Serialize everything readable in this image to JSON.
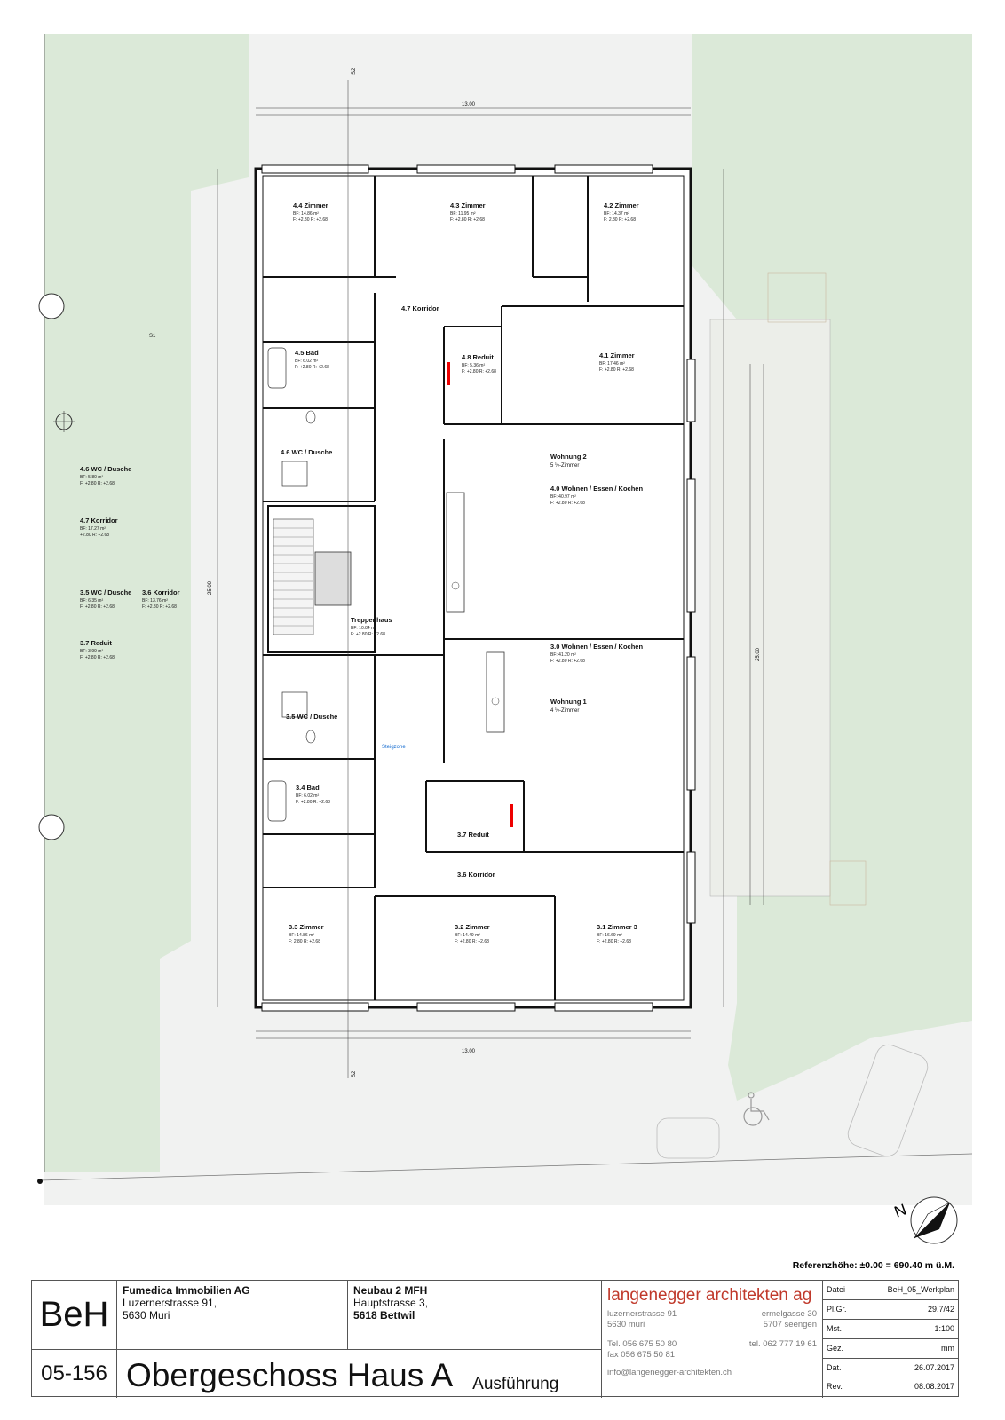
{
  "plan": {
    "unit_name": "Wohnung 2",
    "unit_rooms": "5 ½-Zimmer",
    "unit1_name": "Wohnung 1",
    "unit1_rooms": "4 ½-Zimmer",
    "section_marker": "S2",
    "section_marker_side": "S1",
    "overall_width": "13.00",
    "overall_depth": "25.00",
    "steigzone": "Steigzone",
    "reference": "Referenzhöhe: ±0.00 = 690.40 m ü.M.",
    "north": "N",
    "rooms": [
      {
        "name": "4.4 Zimmer",
        "bf": "BF: 14.86 m²",
        "h": "F: +2.80 R: +2.68"
      },
      {
        "name": "4.3 Zimmer",
        "bf": "BF: 11.95 m²",
        "h": "F: +2.80 R: +2.68"
      },
      {
        "name": "4.2 Zimmer",
        "bf": "BF: 14.37 m²",
        "h": "F: 2.80 R: +2.68"
      },
      {
        "name": "4.7 Korridor",
        "bf": "",
        "h": ""
      },
      {
        "name": "4.5 Bad",
        "bf": "BF: 6.02 m²",
        "h": "F: +2.80 R: +2.68"
      },
      {
        "name": "4.8 Reduit",
        "bf": "BF: 5.36 m²",
        "h": "F: +2.80 R: +2.68"
      },
      {
        "name": "4.1 Zimmer",
        "bf": "BF: 17.46 m²",
        "h": "F: +2.80 R: +2.68"
      },
      {
        "name": "4.6 WC / Dusche",
        "bf": "",
        "h": ""
      },
      {
        "name": "4.0 Wohnen / Essen / Kochen",
        "bf": "BF: 40.97 m²",
        "h": "F: +2.80 R: +2.68"
      },
      {
        "name": "Treppenhaus",
        "bf": "BF: 10.84 m²",
        "h": "F: +2.80 R: +2.68"
      },
      {
        "name": "3.0 Wohnen / Essen / Kochen",
        "bf": "BF: 41.20 m²",
        "h": "F: +2.80 R: +2.68"
      },
      {
        "name": "3.5 WC / Dusche",
        "bf": "",
        "h": ""
      },
      {
        "name": "3.4 Bad",
        "bf": "BF: 6.02 m²",
        "h": "F: +2.80 R: +2.68"
      },
      {
        "name": "3.7 Reduit",
        "bf": "",
        "h": ""
      },
      {
        "name": "3.6 Korridor",
        "bf": "",
        "h": ""
      },
      {
        "name": "3.3 Zimmer",
        "bf": "BF: 14.86 m²",
        "h": "F: 2.80 R: +2.68"
      },
      {
        "name": "3.2 Zimmer",
        "bf": "BF: 14.49 m²",
        "h": "F: +2.80 R: +2.68"
      },
      {
        "name": "3.1 Zimmer 3",
        "bf": "BF: 16.69 m²",
        "h": "F: +2.80 R: +2.68"
      }
    ],
    "legend": [
      {
        "name": "4.6 WC / Dusche",
        "bf": "BF: 5.80 m²",
        "h": "F: +2.80 R: +2.68"
      },
      {
        "name": "4.7 Korridor",
        "bf": "BF: 17.27 m²",
        "h": "+2.80 R: +2.68"
      },
      {
        "name": "3.5 WC / Dusche",
        "bf": "BF: 6.35 m²",
        "h": "F: +2.80 R: +2.68"
      },
      {
        "name": "3.6 Korridor",
        "bf": "BF: 13.76 m²",
        "h": "F: +2.80 R: +2.68"
      },
      {
        "name": "3.7 Reduit",
        "bf": "BF: 3.99 m²",
        "h": "F: +2.80 R: +2.68"
      }
    ]
  },
  "titleblock": {
    "logo": "BeH",
    "project_no": "05-156",
    "client_name": "Fumedica Immobilien AG",
    "client_street": "Luzernerstrasse 91,",
    "client_city": "5630 Muri",
    "project_title": "Neubau 2 MFH",
    "project_street": "Hauptstrasse 3,",
    "project_city": "5618 Bettwil",
    "drawing_title": "Obergeschoss Haus A",
    "drawing_phase": "Ausführung",
    "architect": "langenegger architekten ag",
    "arch_addr1_l": "luzernerstrasse 91",
    "arch_addr2_l": "5630 muri",
    "arch_addr1_r": "ermelgasse 30",
    "arch_addr2_r": "5707 seengen",
    "arch_tel_l": "Tel. 056 675 50 80",
    "arch_fax_l": "fax 056 675 50 81",
    "arch_tel_r": "tel. 062 777 19 61",
    "arch_mail": "info@langenegger-architekten.ch",
    "meta": [
      {
        "k": "Datei",
        "v": "BeH_05_Werkplan"
      },
      {
        "k": "Pl.Gr.",
        "v": "29.7/42"
      },
      {
        "k": "Mst.",
        "v": "1:100"
      },
      {
        "k": "Gez.",
        "v": "mm"
      },
      {
        "k": "Dat.",
        "v": "26.07.2017"
      },
      {
        "k": "Rev.",
        "v": "08.08.2017"
      }
    ]
  }
}
